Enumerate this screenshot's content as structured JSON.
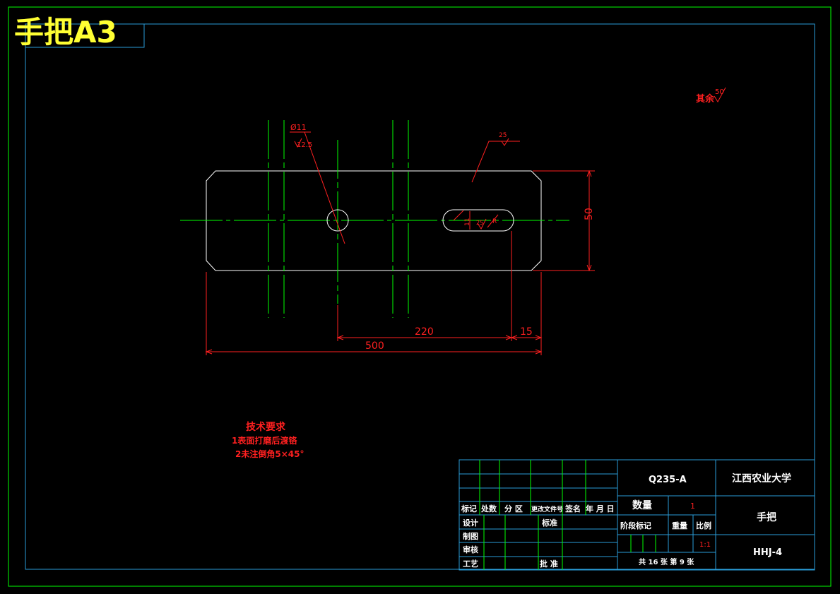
{
  "title": "手把A3",
  "roughness": {
    "other_label": "其余",
    "other_value": "50"
  },
  "callouts": {
    "hole_diameter": "Ø11",
    "hole_roughness": "12.5",
    "surface_roughness": "25",
    "slot_width": "11",
    "slot_roughness": "25",
    "slot_radius": "R"
  },
  "dimensions": {
    "height": "50",
    "hole_to_slot": "220",
    "slot_to_edge": "15",
    "total_length": "500"
  },
  "tech_requirements": {
    "heading": "技术要求",
    "line1": "1表面打磨后渡铬",
    "line2": "2未注倒角5×45°"
  },
  "title_block": {
    "material": "Q235-A",
    "school": "江西农业大学",
    "part_name": "手把",
    "drawing_no": "HHJ-4",
    "quantity_label": "数量",
    "quantity_value": "1",
    "stage_label": "阶段标记",
    "weight_label": "重量",
    "scale_label": "比例",
    "scale_value": "1:1",
    "sheets": "共 16 张  第 9 张",
    "rev_headers": [
      "标记",
      "处数",
      "分 区",
      "更改文件号",
      "签名",
      "年 月 日"
    ],
    "design": "设计",
    "standard": "标准",
    "drawn": "制图",
    "check": "审核",
    "process": "工艺",
    "approve": "批 准"
  },
  "colors": {
    "frame": "#00ff00",
    "inner_frame": "#2a9dd8",
    "outline": "#ffffff",
    "centerline": "#00ff00",
    "dimension": "#ff2020",
    "title": "#ffff33",
    "table_text": "#ffffff"
  }
}
